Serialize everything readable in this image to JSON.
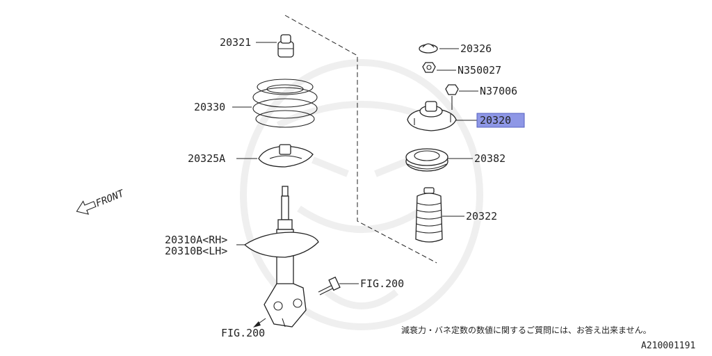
{
  "labels": {
    "bump_stop": "20321",
    "coil_spring": "20330",
    "spring_seat": "20325A",
    "strut_rh": "20310A<RH>",
    "strut_lh": "20310B<LH>",
    "dust_cap": "20326",
    "top_nut": "N350027",
    "mount_nut": "N37006",
    "strut_mount": "20320",
    "bearing": "20382",
    "dust_boot": "20322",
    "fig_bolt": "FIG.200",
    "fig_bottom": "FIG.200",
    "front": "FRONT"
  },
  "highlight_color": "#8e97e6",
  "note": "減衰力・バネ定数の数値に関するご質問には、お答え出来ません。",
  "ref_code": "A210001191"
}
